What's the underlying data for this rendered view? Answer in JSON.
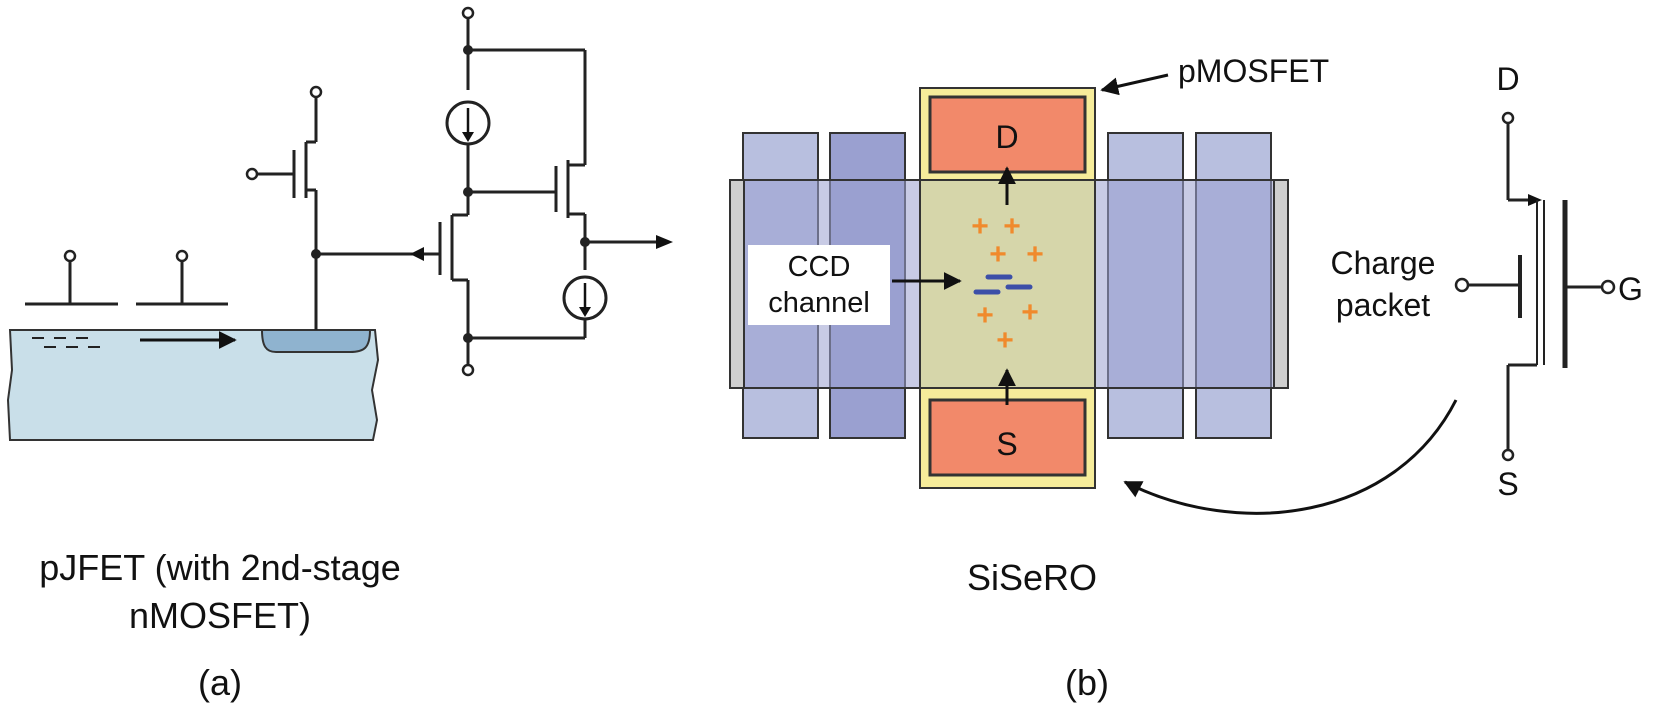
{
  "panel_a": {
    "device_caption_line1": "pJFET (with 2nd-stage",
    "device_caption_line2": "nMOSFET)",
    "panel_label": "(a)"
  },
  "panel_b": {
    "caption": "SiSeRO",
    "panel_label": "(b)",
    "pmosfet_label": "pMOSFET",
    "drain_label": "D",
    "source_label": "S",
    "ccd_label_line1": "CCD",
    "ccd_label_line2": "channel",
    "plus_sign": "+",
    "minus_sign": "−",
    "symbol_drain": "D",
    "symbol_source": "S",
    "symbol_gate": "G",
    "charge_packet_line1": "Charge",
    "charge_packet_line2": "packet"
  },
  "colors": {
    "substrate": "#c9dfe9",
    "well": "#8fb3cf",
    "gate_light": "#b8bfdf",
    "gate_dark": "#9aa0d0",
    "channel": "#d6d6aa",
    "contact": "#f2896a",
    "contact_border": "#f6ec9a",
    "plus": "#f08a2c",
    "minus": "#3c4fa8"
  }
}
